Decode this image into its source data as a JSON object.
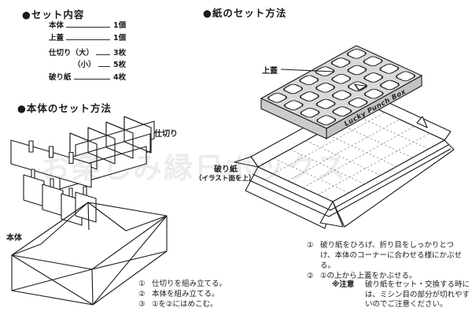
{
  "colors": {
    "ink": "#1a1a1a",
    "lid_top": "#d9d9d9",
    "lid_side_left": "#cbcbcb",
    "lid_side_front": "#c2c2c2",
    "pattern_gray": "#8f8f8f"
  },
  "set_contents": {
    "heading": "●セット内容",
    "items": [
      {
        "name": "本体",
        "count": "1個"
      },
      {
        "name": "上蓋",
        "count": "1個"
      },
      {
        "name": "仕切り（大）",
        "count": "3枚"
      },
      {
        "name": "（小）",
        "count": "5枚"
      },
      {
        "name": "破り紙",
        "count": "4枚"
      }
    ]
  },
  "body_setup": {
    "heading": "●本体のセット方法",
    "divider_label": "仕切り",
    "body_label": "本体",
    "steps": [
      {
        "num": "①",
        "text": "仕切りを組み立てる。"
      },
      {
        "num": "②",
        "text": "本体を組み立てる。"
      },
      {
        "num": "③",
        "text": "①を②にはめこむ。"
      }
    ]
  },
  "paper_setup": {
    "heading": "●紙のセット方法",
    "lid_label": "上蓋",
    "lid_side_text": "Lucky Punch Box",
    "paper_label": "破り紙",
    "paper_sublabel": "（イラスト面を上）",
    "steps": [
      {
        "num": "①",
        "text": "破り紙をひろげ、折り目をしっかりとつけ、本体のコーナーに合わせる様にかぶせる。"
      },
      {
        "num": "②",
        "text": "①の上から上蓋をかぶせる。"
      }
    ],
    "note_label": "※注意",
    "note_text": "破り紙をセット・交換する時には、ミシン目の部分が切れやすいのでご注意ください。"
  },
  "watermark": "お楽しみ縁日ボックス"
}
